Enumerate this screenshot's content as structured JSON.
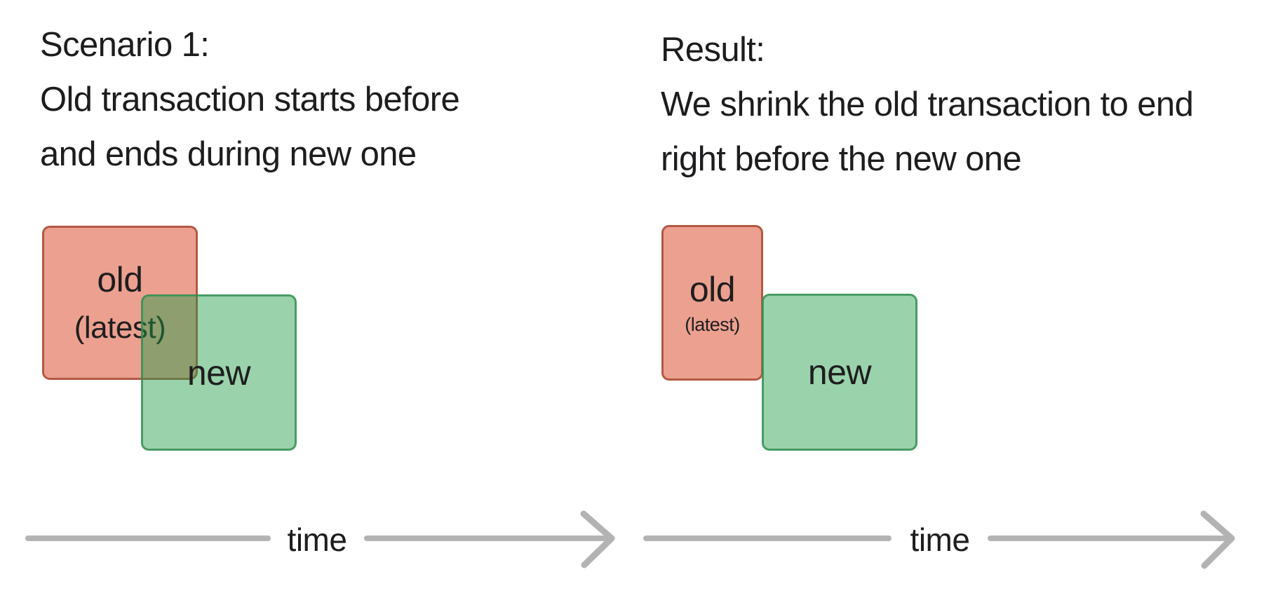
{
  "colors": {
    "background": "#ffffff",
    "heading_text": "#1d1d1f",
    "box_label_text": "#1e1e1e",
    "old_box_fill": "#ECA090",
    "old_box_border": "#B25A44",
    "new_box_fill": "rgba(30,155,72,0.45)",
    "new_box_border": "rgba(52,143,84,0.8)",
    "arrow_gray": "#B3B3B3"
  },
  "panels": [
    {
      "id": "scenario-1",
      "heading_lines": [
        "Scenario 1:",
        "Old transaction starts before",
        "and ends during new one"
      ],
      "old_box": {
        "label": "old",
        "sublabel": "(latest)"
      },
      "new_box": {
        "label": "new"
      },
      "time_label": "time"
    },
    {
      "id": "result",
      "heading_lines": [
        "Result:",
        "We shrink the old transaction to end",
        "right before the new one"
      ],
      "old_box": {
        "label": "old",
        "sublabel": "(latest)"
      },
      "new_box": {
        "label": "new"
      },
      "time_label": "time"
    }
  ]
}
